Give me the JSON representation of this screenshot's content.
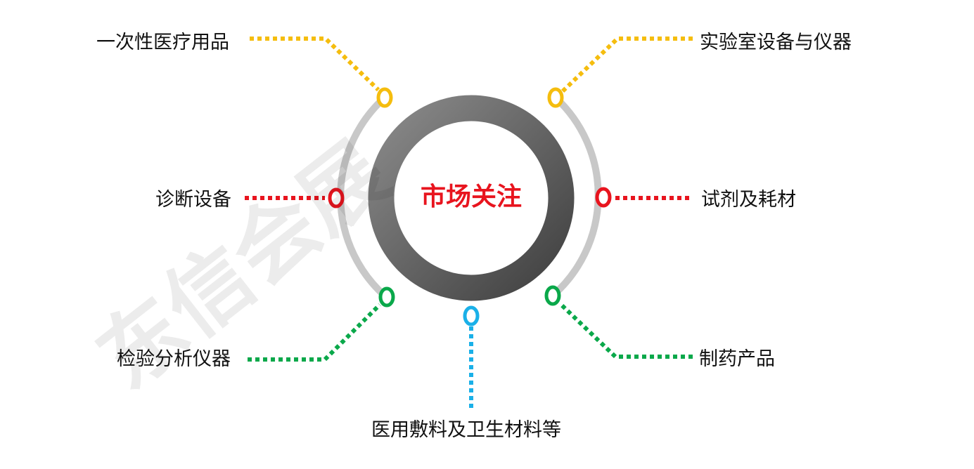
{
  "center": {
    "title": "市场关注",
    "title_color": "#e8141e"
  },
  "watermark": {
    "text": "东信会展"
  },
  "colors": {
    "yellow": "#f5bd0e",
    "red": "#e8141e",
    "green": "#0aa84a",
    "blue": "#1ab0e8",
    "arc_gray": "#c8c8c8",
    "ring_light": "#8a8a8a",
    "ring_dark": "#404040"
  },
  "nodes": [
    {
      "label": "一次性医疗用品",
      "color": "yellow"
    },
    {
      "label": "诊断设备",
      "color": "red"
    },
    {
      "label": "检验分析仪器",
      "color": "green"
    },
    {
      "label": "医用敷料及卫生材料等",
      "color": "blue"
    },
    {
      "label": "实验室设备与仪器",
      "color": "yellow"
    },
    {
      "label": "试剂及耗材",
      "color": "red"
    },
    {
      "label": "制药产品",
      "color": "green"
    }
  ]
}
